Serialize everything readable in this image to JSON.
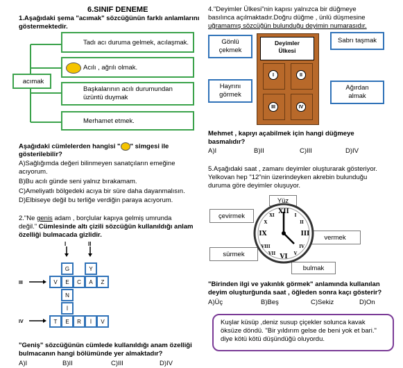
{
  "header": {
    "title": "6.SINIF DENEME"
  },
  "q1": {
    "question": "1.Aşağıdaki şema \"acımak\" sözcüğünün farklı anlamlarını",
    "question_2": "göstermektedir.",
    "center": "acımak",
    "meanings": [
      "Tadı acı duruma gelmek, acılaşmak.",
      "Acılı , ağrılı olmak.",
      "Başkalarının acılı durumundan",
      "üzüntü duymak",
      "Merhamet etmek."
    ],
    "prompt_1": "Aşağıdaki cümlelerden hangisi \"",
    "prompt_2": "\" simgesi ile",
    "prompt_3": "gösterilebilir?",
    "options": [
      "A)Sağlığımda değeri bilinmeyen sanatçıların emeğine",
      "acıyorum.",
      "B)Bu acılı günde seni yalnız bırakamam.",
      "C)Ameliyatlı bölgedeki acıya bir süre daha dayanmalısın.",
      "D)Elbiseye değil bu terliğe verdiğin paraya acıyorum."
    ]
  },
  "q2": {
    "q_start": "2.\"Ne ",
    "q_underlined": "genis",
    "q_rest": " adam , borçlular  kapıya gelmiş umrunda",
    "q_line2_a": "değil.\" ",
    "q_line2_b": "Cümlesinde altı çizili sözcüğün kullanıldığı anlam",
    "q_line3": "özelliği bulmacada gizlidir.",
    "col_label_i": "I",
    "col_label_ii": "II",
    "row_label_iii": "III",
    "row_label_iv": "IV",
    "cells": {
      "r0c1": "G",
      "r0c3": "Y",
      "r1c0": "V",
      "r1c1": "E",
      "r1c2": "C",
      "r1c3": "A",
      "r1c4": "Z",
      "r2c1": "N",
      "r3c1": "İ",
      "r4c0": "T",
      "r4c1": "E",
      "r4c2": "R",
      "r4c3": "İ",
      "r4c4": "V"
    },
    "footer_1": "\"Geniş\" sözcüğünün cümlede kullanıldığı anam özelliği",
    "footer_2": "bulmacanın hangi bölümünde yer almaktadır?",
    "options": [
      "A)I",
      "B)II",
      "C)III",
      "D)IV"
    ]
  },
  "q4": {
    "line1": "4.\"Deyimler Ülkesi\"nin kapısı yalnızca bir düğmeye",
    "line2": "basılınca açılmaktadır.Doğru düğme , ünlü düşmesine",
    "line3": "uğramamış sözcüğün bulunduğu deyimin numarasıdır.",
    "door_title_1": "Deyimler",
    "door_title_2": "Ülkesi",
    "knobs": [
      "I",
      "II",
      "III",
      "IV"
    ],
    "idioms": [
      "Gönlü çekmek",
      "Sabrı taşmak",
      "Hayrını görmek",
      "Ağırdan almak"
    ],
    "prompt_1": "Mehmet , kapıyı açabilmek için hangi düğmeye",
    "prompt_2": "basmalıdır?",
    "options": [
      "A)I",
      "B)II",
      "C)III",
      "D)IV"
    ]
  },
  "q5": {
    "line1": "5.Aşağıdaki saat , zamanı deyimler oluşturarak gösteriyor.",
    "line2": "Yelkovan hep \"12\"nin üzerindeyken akrebin bulunduğu",
    "line3": "duruma göre deyimler oluşuyor.",
    "labels": [
      "Yüz",
      "çevirmek",
      "vermek",
      "sürmek",
      "bulmak"
    ],
    "prompt_1": "\"Birinden ilgi ve yakınlık görmek\" anlamında kullanılan",
    "prompt_2": "deyim oluşturğunda saat , öğleden sonra kaçı gösterir?",
    "options": [
      "A)Üç",
      "B)Beş",
      "C)Sekiz",
      "D)On"
    ]
  },
  "q6": {
    "quote_1": "Kuşlar küsüp ,deniz susup çiçekler solunca kavak",
    "quote_2": "öksüze döndü. \"Bir yıldırım gelse de beni yok et bari.\"",
    "quote_3": "diye kötü kötü düşündüğü oluyordu."
  },
  "colors": {
    "green": "#3aa24a",
    "blue": "#2f72b8",
    "purple": "#7a3a96",
    "door": "#b8692a",
    "sun": "#f5c400"
  }
}
